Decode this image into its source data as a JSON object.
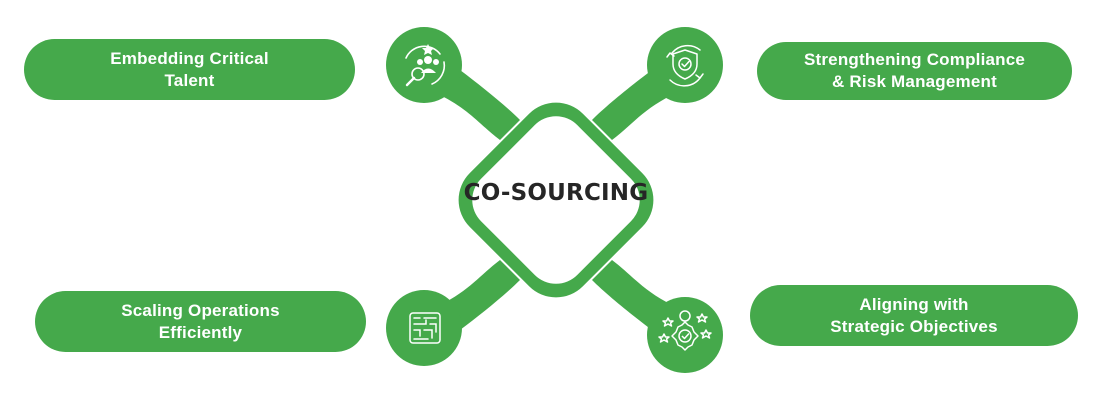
{
  "diagram": {
    "center_label": "CO-SOURCING",
    "accent_color": "#45a94b",
    "nodes": [
      {
        "position": "top-left",
        "icon": "talent-search-icon",
        "label_line1": "Embedding Critical",
        "label_line2": "Talent"
      },
      {
        "position": "top-right",
        "icon": "shield-check-cycle-icon",
        "label_line1": "Strengthening Compliance",
        "label_line2": "& Risk Management"
      },
      {
        "position": "bottom-left",
        "icon": "maze-icon",
        "label_line1": "Scaling Operations",
        "label_line2": "Efficiently"
      },
      {
        "position": "bottom-right",
        "icon": "gear-person-stars-icon",
        "label_line1": "Aligning with",
        "label_line2": "Strategic Objectives"
      }
    ]
  }
}
